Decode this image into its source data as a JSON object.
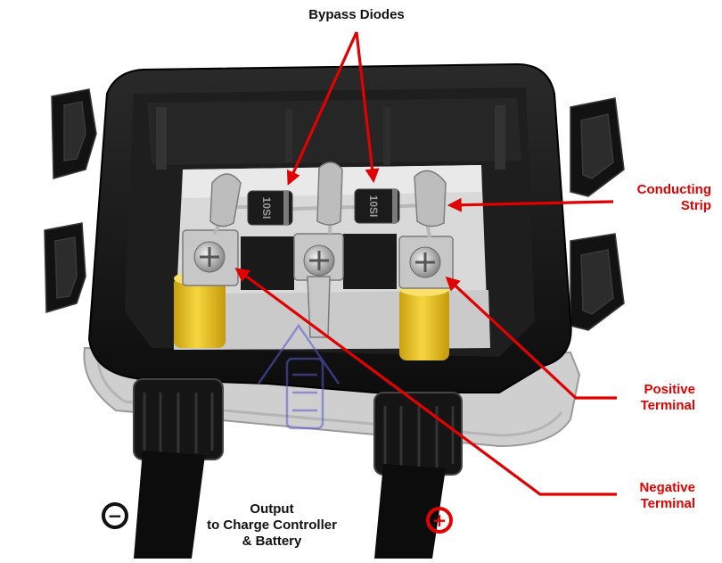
{
  "labels": {
    "bypass_diodes": "Bypass Diodes",
    "conducting_strip": [
      "Conducting",
      "Strip"
    ],
    "positive_terminal": [
      "Positive",
      "Terminal"
    ],
    "negative_terminal": [
      "Negative",
      "Terminal"
    ],
    "output": [
      "Output",
      "to Charge Controller",
      "& Battery"
    ]
  },
  "diode_marking": "10SI",
  "symbols": {
    "negative": "−",
    "positive": "+"
  },
  "colors": {
    "annotation_red": "#e00000",
    "housing_black": "#161616",
    "terminal_yellow": "#f2cc1a",
    "base_grey": "#d8d8d8",
    "watermark_blue": "#5a5ad0"
  }
}
